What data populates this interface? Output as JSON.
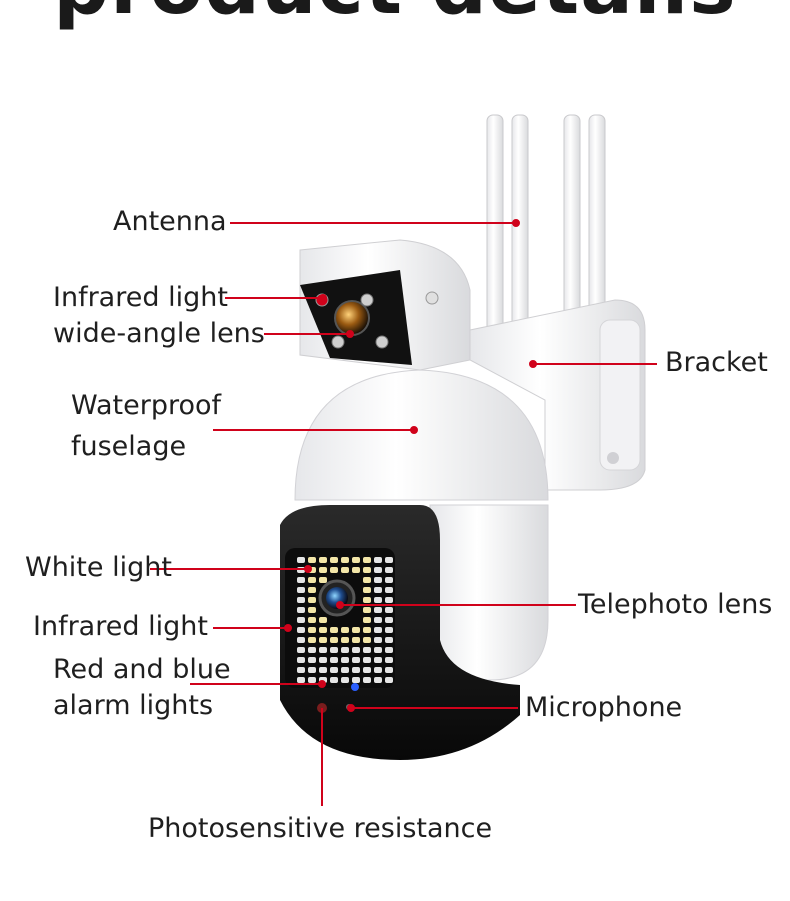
{
  "title": "product details",
  "callouts": {
    "antenna": "Antenna",
    "infrared_top_1": "Infrared light",
    "infrared_top_2": "wide-angle lens",
    "waterproof_1": "Waterproof",
    "waterproof_2": "fuselage",
    "white_light": "White light",
    "infrared_light": "Infrared light",
    "red_blue_1": "Red and blue",
    "red_blue_2": "alarm lights",
    "bracket": "Bracket",
    "telephoto": "Telephoto lens",
    "microphone": "Microphone",
    "photosensitive": "Photosensitive resistance"
  },
  "colors": {
    "leader_line": "#d0021b",
    "camera_white": "#f4f4f6",
    "camera_black": "#151515"
  }
}
